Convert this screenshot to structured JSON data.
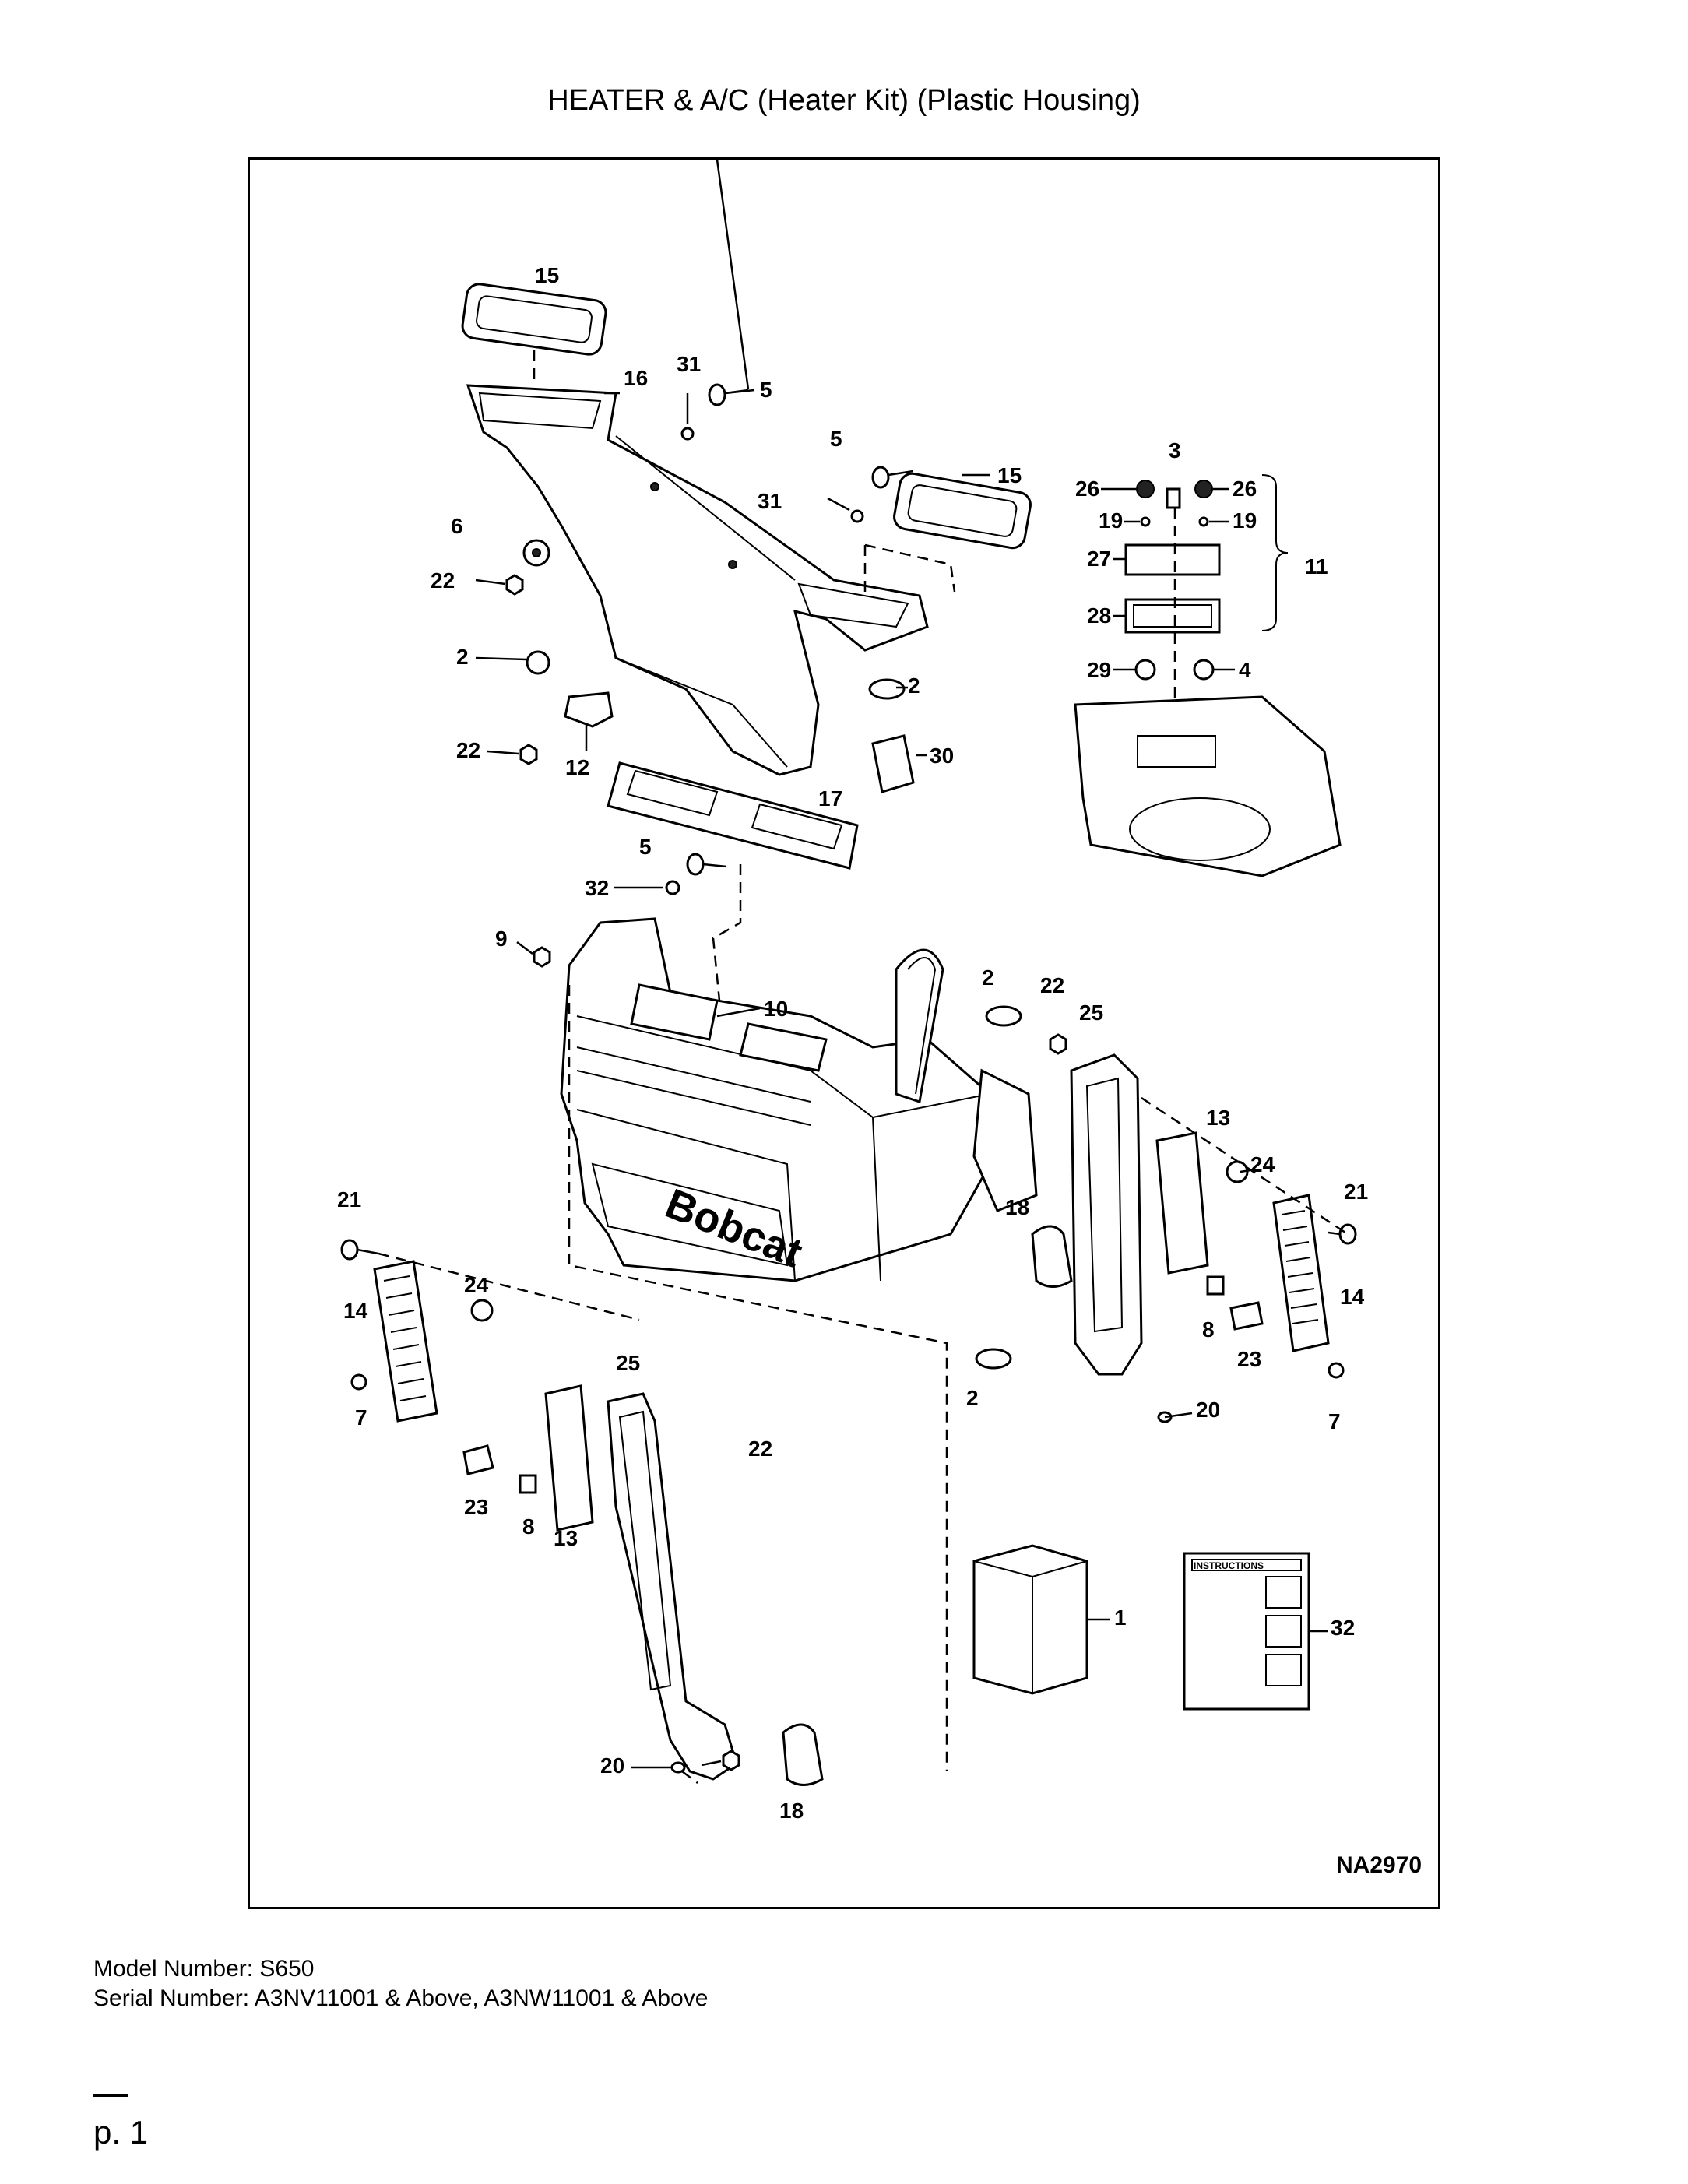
{
  "page": {
    "title": "HEATER & A/C (Heater Kit) (Plastic Housing)",
    "diagram_code": "NA2970",
    "model_line": "Model Number: S650",
    "serial_line": "Serial Number: A3NV11001 & Above, A3NW11001 & Above",
    "page_number": "p. 1"
  },
  "diagram": {
    "brand_mark": "Bobcat",
    "instructions_label": "INSTRUCTIONS",
    "callouts": [
      "15",
      "16",
      "31",
      "5",
      "5",
      "31",
      "15",
      "6",
      "22",
      "2",
      "2",
      "22",
      "12",
      "30",
      "17",
      "5",
      "32",
      "9",
      "10",
      "2",
      "22",
      "25",
      "13",
      "24",
      "21",
      "18",
      "14",
      "8",
      "23",
      "2",
      "20",
      "7",
      "21",
      "24",
      "14",
      "7",
      "25",
      "22",
      "23",
      "8",
      "13",
      "20",
      "18",
      "1",
      "32",
      "3",
      "26",
      "26",
      "19",
      "19",
      "27",
      "28",
      "29",
      "4",
      "11"
    ]
  }
}
